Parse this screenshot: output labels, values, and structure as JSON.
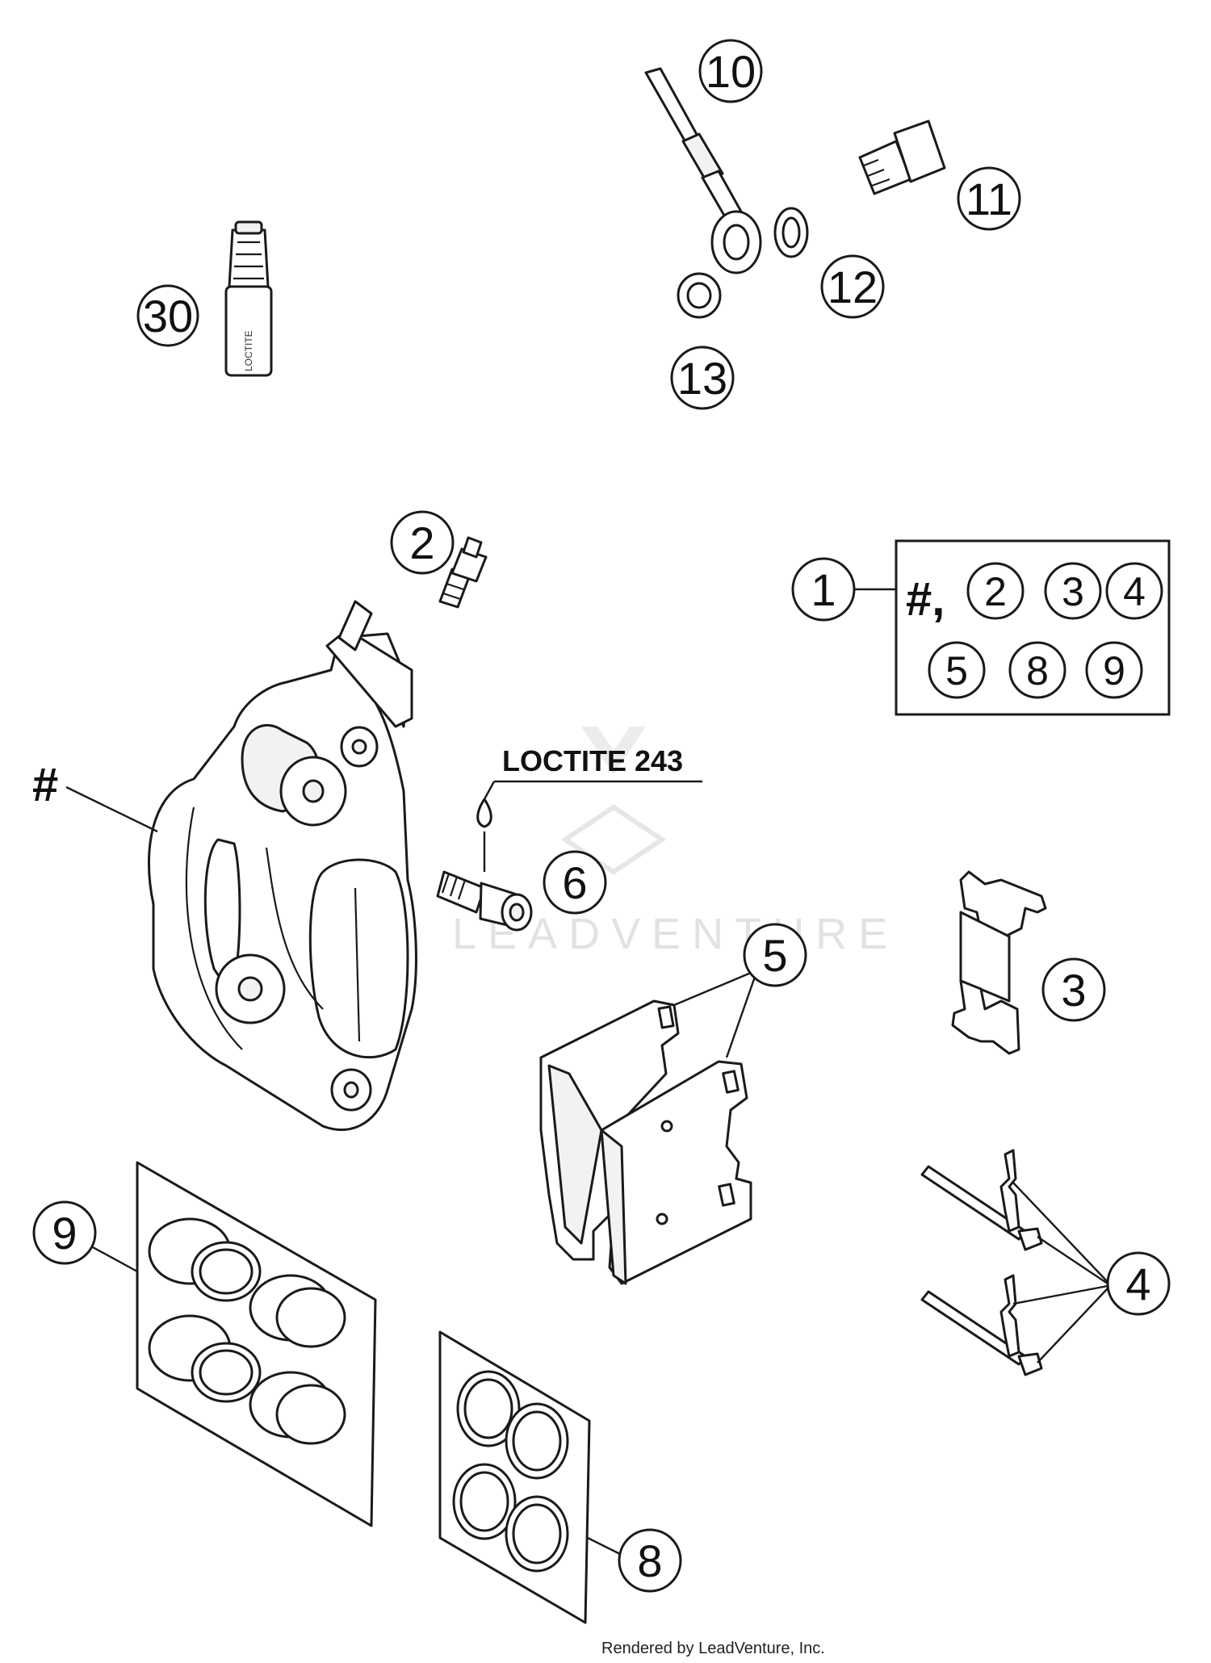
{
  "callouts": {
    "c10": "10",
    "c11": "11",
    "c12": "12",
    "c13": "13",
    "c30": "30",
    "c2": "2",
    "c1": "1",
    "c6": "6",
    "c5": "5",
    "c3": "3",
    "c9": "9",
    "c4": "4",
    "c8": "8"
  },
  "hash_label": "#",
  "kit": {
    "prefix": "#,",
    "items": [
      "2",
      "3",
      "4",
      "5",
      "8",
      "9"
    ]
  },
  "loctite_label": "LOCTITE 243",
  "loctite_tube_text": "LOCTITE",
  "watermark": "LEADVENTURE",
  "footer": "Rendered by LeadVenture, Inc."
}
